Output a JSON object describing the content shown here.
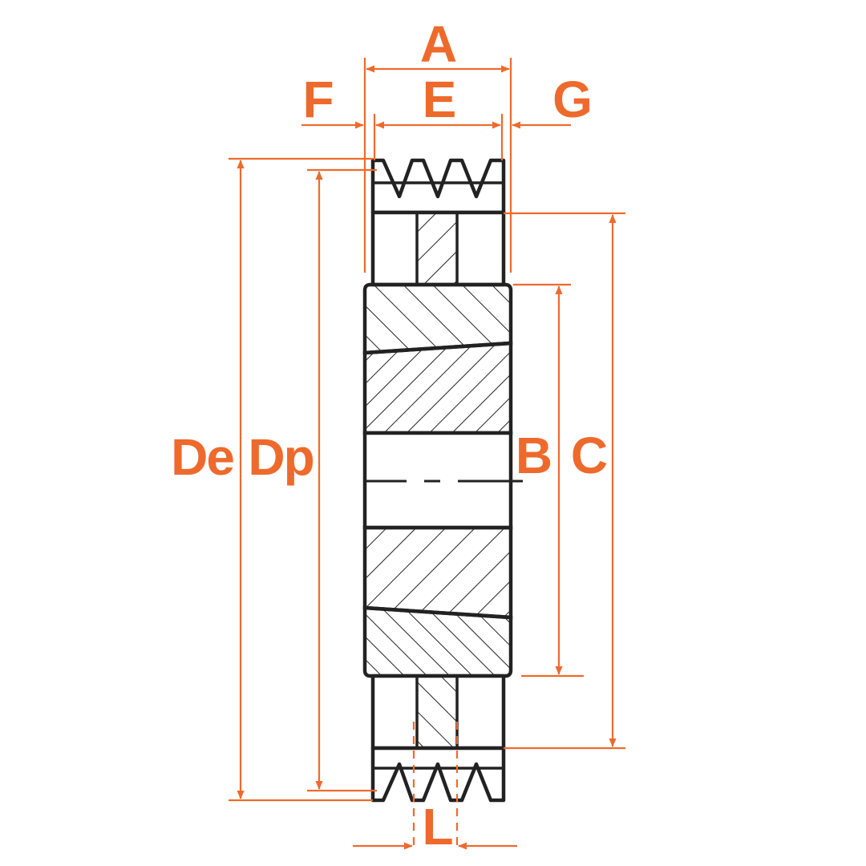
{
  "colors": {
    "accent": "#ee6a2c",
    "outline": "#222222",
    "background": "#ffffff"
  },
  "labels": {
    "A": "A",
    "E": "E",
    "F": "F",
    "G": "G",
    "De": "De",
    "Dp": "Dp",
    "B": "B",
    "C": "C",
    "L": "L"
  }
}
